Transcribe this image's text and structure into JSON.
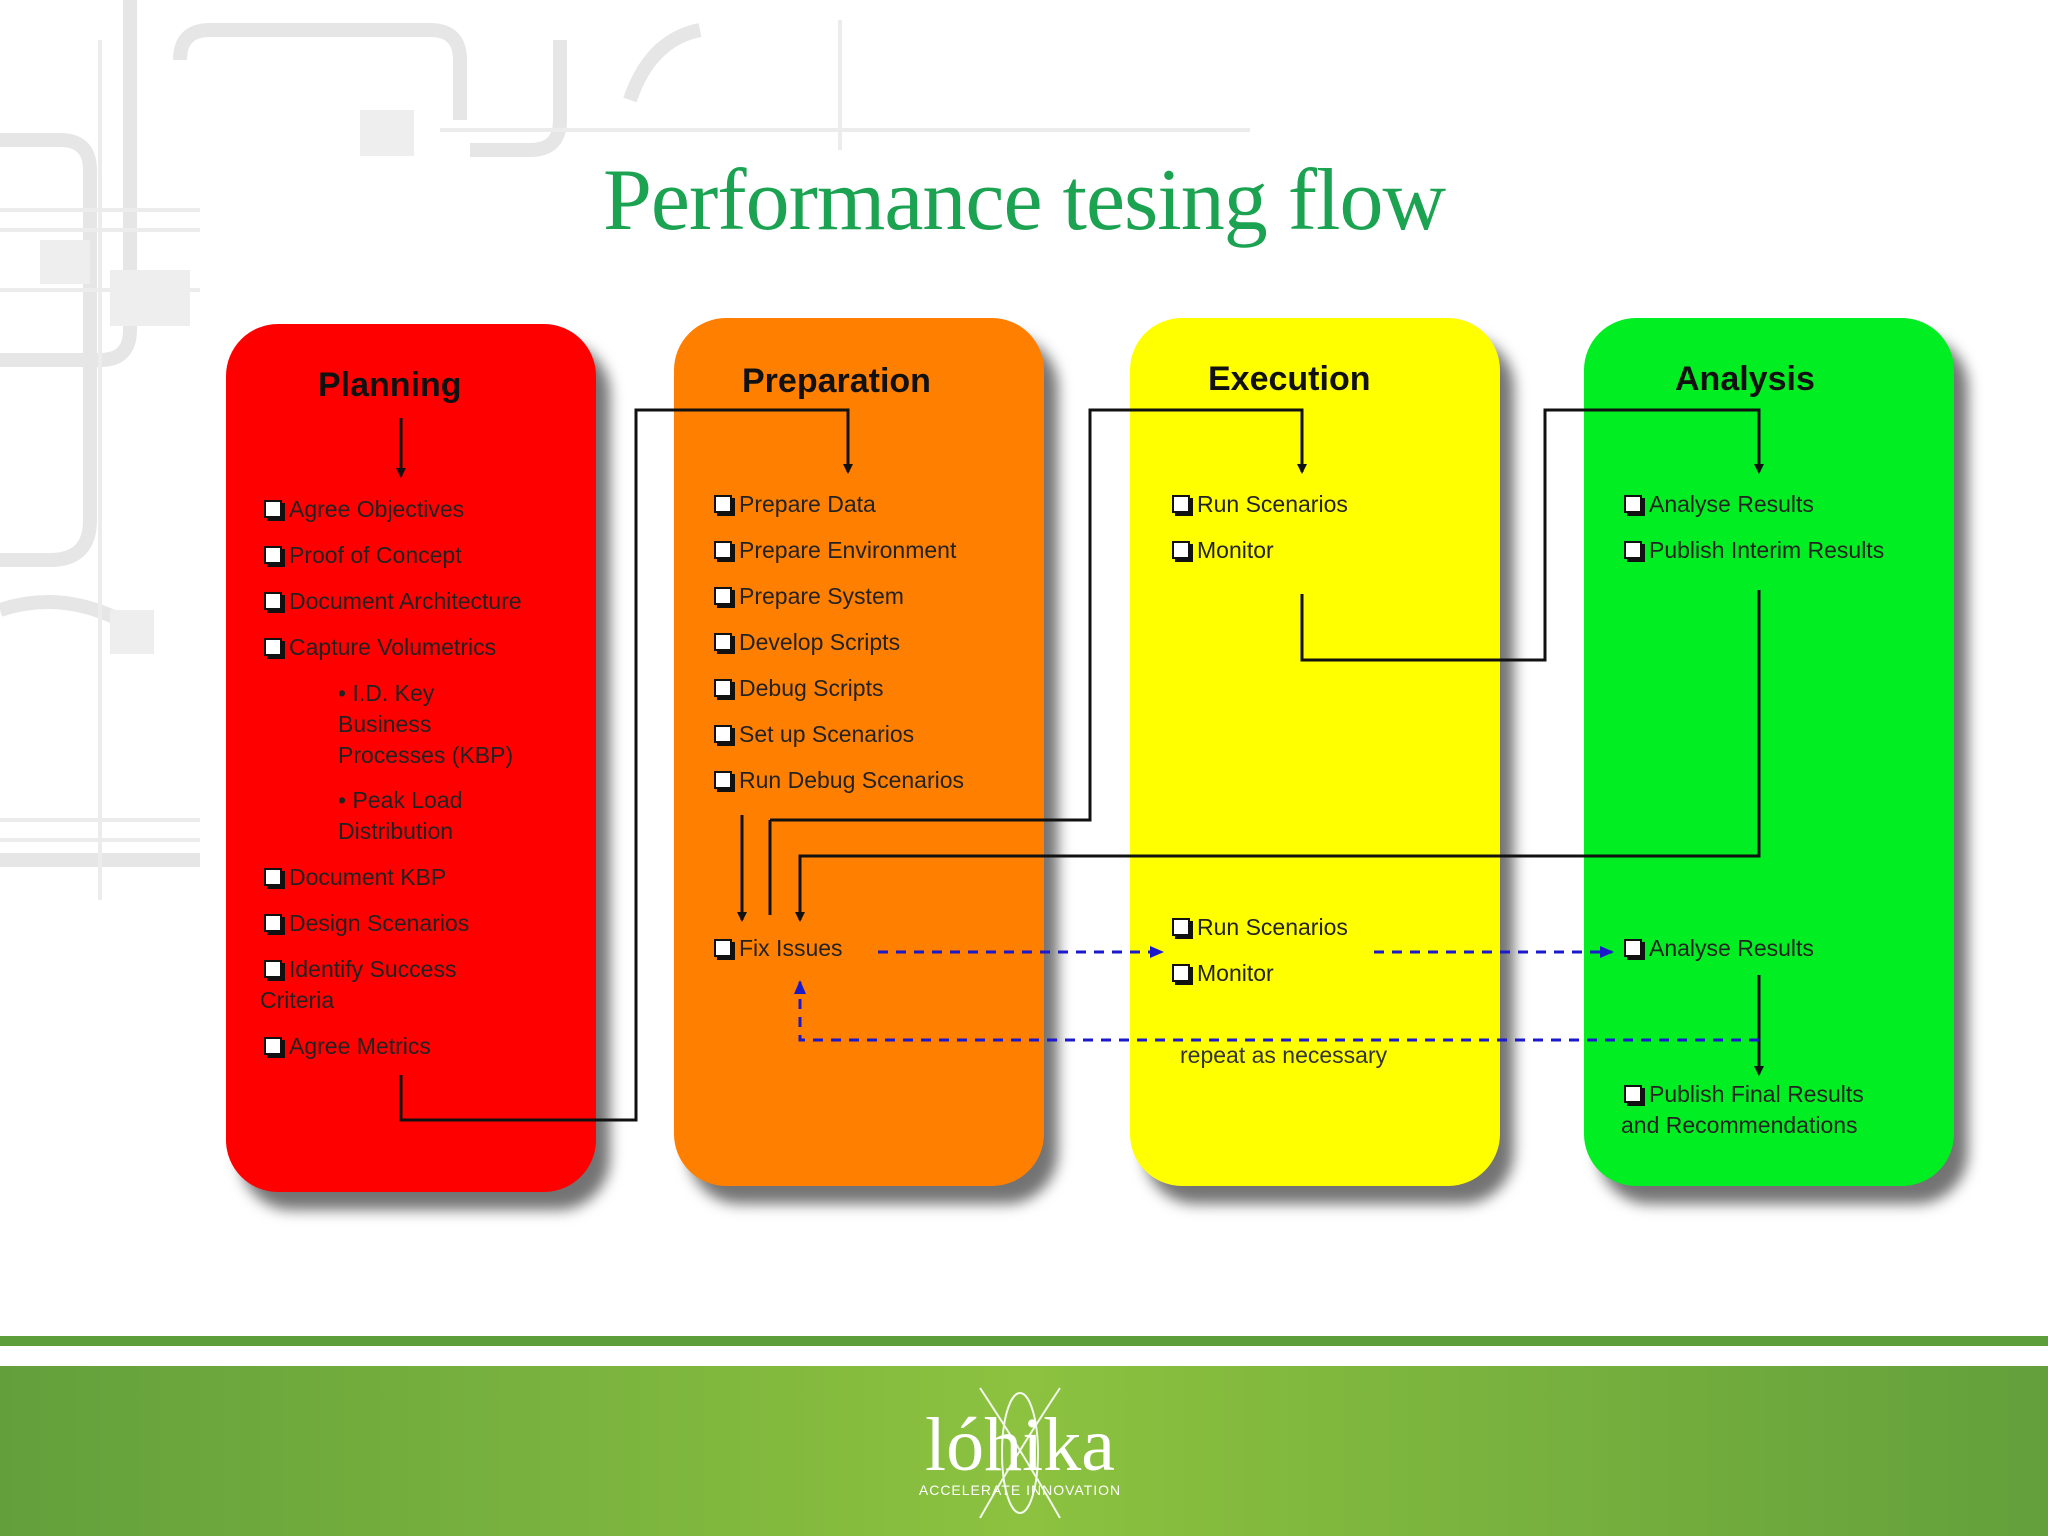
{
  "title": "Performance tesing flow",
  "columns": [
    {
      "heading": "Planning"
    },
    {
      "heading": "Preparation"
    },
    {
      "heading": "Execution"
    },
    {
      "heading": "Analysis"
    }
  ],
  "planning": {
    "items": [
      "Agree Objectives",
      "Proof of Concept",
      "Document Architecture",
      "Capture Volumetrics"
    ],
    "sub_a": [
      "• I.D. Key",
      "Business",
      "Processes (KBP)"
    ],
    "sub_b": [
      "• Peak Load",
      "Distribution"
    ],
    "items2": [
      "Document KBP",
      "Design Scenarios",
      "Identify Success",
      "Criteria",
      "Agree Metrics"
    ]
  },
  "preparation": {
    "items": [
      "Prepare Data",
      "Prepare Environment",
      "Prepare System",
      "Develop Scripts",
      "Debug Scripts",
      "Set up Scenarios",
      "Run Debug Scenarios"
    ],
    "fix": "Fix Issues"
  },
  "execution": {
    "items": [
      "Run Scenarios",
      "Monitor"
    ],
    "items2": [
      "Run Scenarios",
      "Monitor"
    ],
    "note": "repeat as necessary"
  },
  "analysis": {
    "items": [
      "Analyse Results",
      "Publish Interim Results"
    ],
    "items2": [
      "Analyse Results"
    ],
    "final": [
      "Publish Final Results",
      "and Recommendations"
    ]
  },
  "logo": {
    "text": "lóhika",
    "tagline": "ACCELERATE INNOVATION"
  },
  "colors": {
    "title": "#1ba352",
    "planning": "#ff0000",
    "preparation": "#ff7f00",
    "execution": "#ffff00",
    "analysis": "#00ee22",
    "footer": "#7ab43e"
  }
}
